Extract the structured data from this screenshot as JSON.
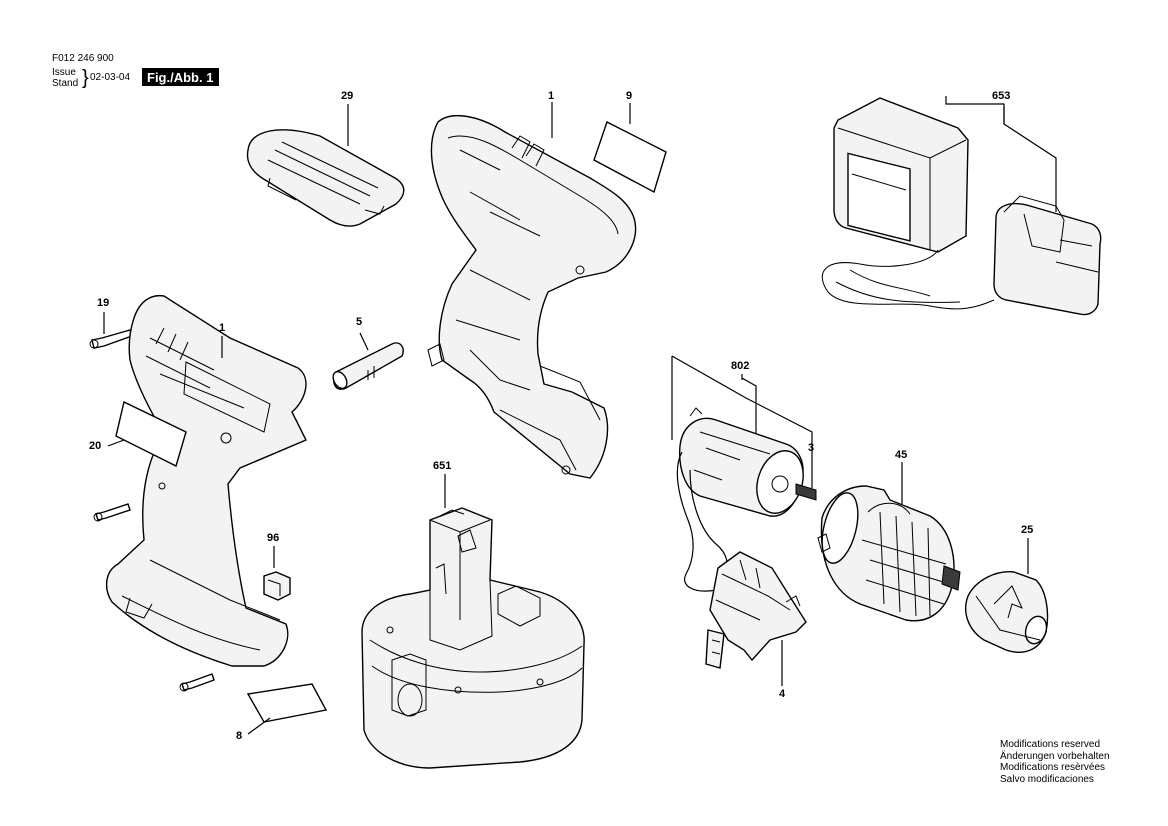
{
  "header": {
    "doc_number": "F012 246 900",
    "issue_label": "Issue",
    "stand_label": "Stand",
    "brace": "}",
    "date": "02-03-04",
    "figure_label": "Fig./Abb. 1"
  },
  "callouts": {
    "c29": "29",
    "c1_top": "1",
    "c9": "9",
    "c653": "653",
    "c19": "19",
    "c1_left": "1",
    "c5": "5",
    "c20": "20",
    "c802": "802",
    "c3": "3",
    "c45": "45",
    "c651": "651",
    "c96": "96",
    "c25": "25",
    "c4": "4",
    "c8": "8"
  },
  "notes": [
    "Modifications reserved",
    "Änderungen vorbehalten",
    "Modifications resèrvées",
    "Salvo modificaciones"
  ]
}
